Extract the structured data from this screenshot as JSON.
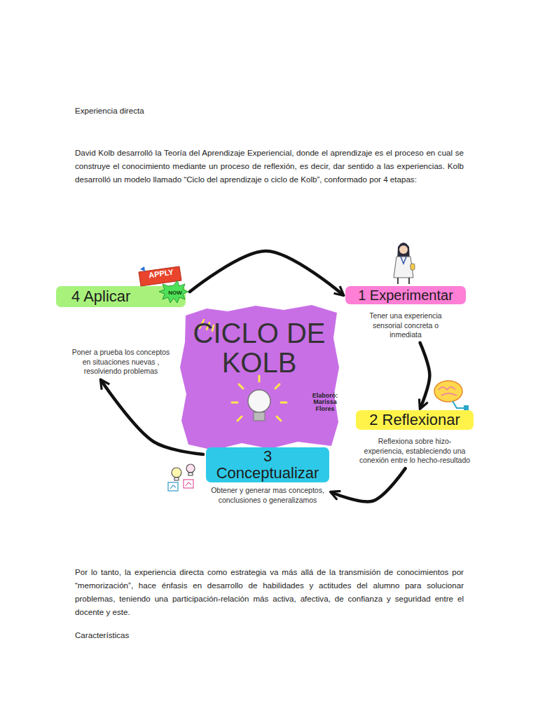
{
  "diagram": {
    "title": "Experiencia directa",
    "nodes": [
      {
        "text": [
          "CICLO DE KOLB",
          "Elaboró: Marissa Flores"
        ]
      },
      {
        "text": [
          "1 Experimentar",
          "Tener una experiencia sensorial concreta o inmediata"
        ]
      },
      {
        "text": [
          "2 Reflexionar",
          "Reflexiona sobre hizo-experiencia, estableciendo una conexión entre lo hecho-resultado"
        ]
      },
      {
        "text": [
          "3 Conceptualizar",
          "Obtener y generar mas conceptos, conclusiones o generalizamos"
        ]
      },
      {
        "text": [
          "4 Aplicar",
          "Poner a prueba los conceptos en situaciones nuevas , resolviendo problemas"
        ]
      }
    ],
    "edges": [
      {
        "from": 1,
        "to": 2,
        "arrow": "to"
      },
      {
        "from": 2,
        "to": 3,
        "arrow": "to"
      },
      {
        "from": 3,
        "to": 4,
        "arrow": "to"
      },
      {
        "from": 4,
        "to": 1,
        "arrow": "to"
      }
    ],
    "labels": [
      "David Kolb desarrolló la Teoría del Aprendizaje Experiencial, donde el aprendizaje es el proceso en cual se construye el conocimiento mediante un proceso de reflexión, es decir, dar sentido a las experiencias. Kolb desarrolló un modelo llamado “Ciclo del aprendizaje o ciclo de Kolb”, conformado por 4 etapas:",
      "Por lo tanto, la experiencia directa como estrategia va más allá de la transmisión de conocimientos por “memorización”, hace énfasis en desarrollo de habilidades y actitudes del alumno para solucionar problemas, teniendo una participación-relación más activa, afectiva, de confianza y seguridad entre el docente y este.",
      "Características",
      "APPLY",
      "NOW"
    ]
  }
}
